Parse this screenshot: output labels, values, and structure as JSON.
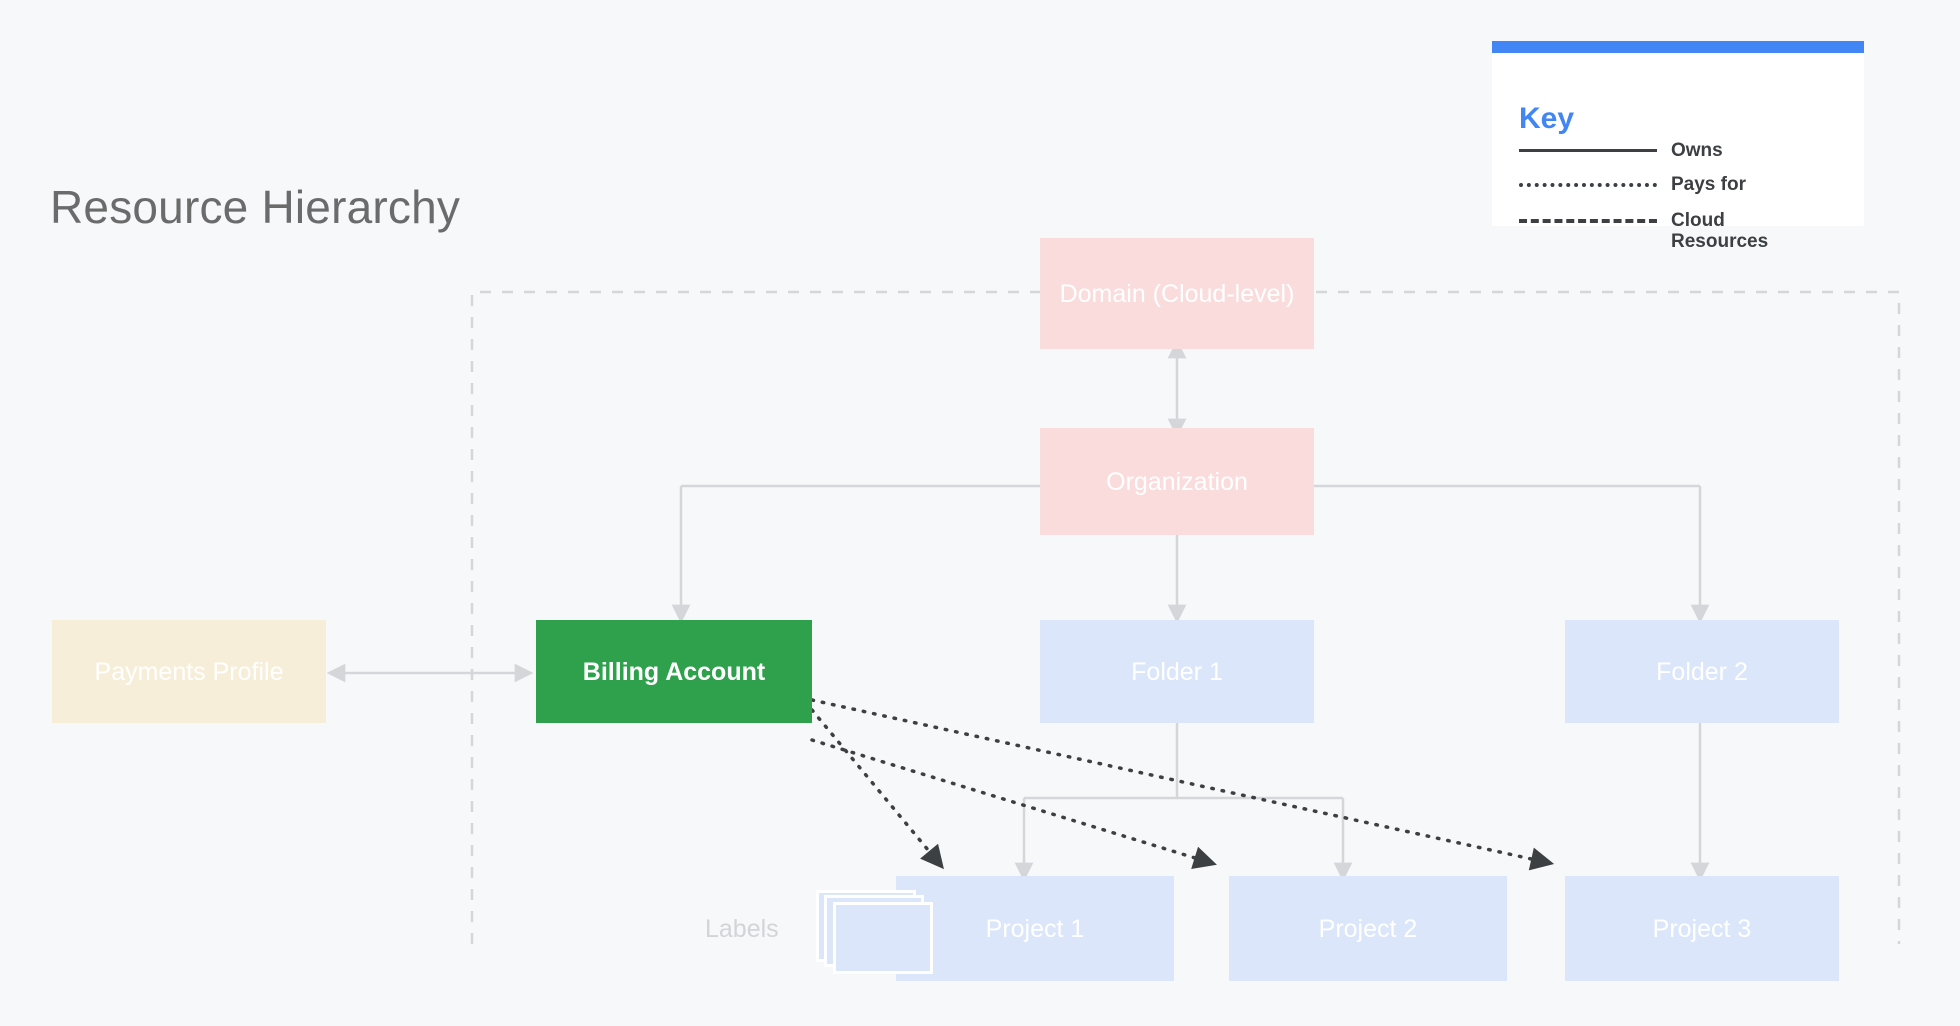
{
  "page": {
    "title": "Resource Hierarchy",
    "background_color": "#f7f8fa"
  },
  "key": {
    "title": "Key",
    "accent_color": "#4285f4",
    "items": [
      {
        "style": "solid",
        "label": "Owns"
      },
      {
        "style": "dotted",
        "label": "Pays for"
      },
      {
        "style": "dashed",
        "label": "Cloud\nResources"
      }
    ]
  },
  "nodes": {
    "domain": {
      "label": "Domain (Cloud-level)",
      "color": "#fadcdc"
    },
    "organization": {
      "label": "Organization",
      "color": "#fadcdc"
    },
    "payments_profile": {
      "label": "Payments Profile",
      "color": "#f7eed9"
    },
    "billing_account": {
      "label": "Billing Account",
      "color": "#2fa14d"
    },
    "folder_1": {
      "label": "Folder 1",
      "color": "#dbe6fa"
    },
    "folder_2": {
      "label": "Folder 2",
      "color": "#dbe6fa"
    },
    "project_1": {
      "label": "Project 1",
      "color": "#dbe6fa"
    },
    "project_2": {
      "label": "Project 2",
      "color": "#dbe6fa"
    },
    "project_3": {
      "label": "Project 3",
      "color": "#dbe6fa"
    }
  },
  "annotations": {
    "labels_caption": "Labels"
  },
  "relationships": [
    {
      "from": "domain",
      "to": "organization",
      "type": "owns",
      "bidirectional": true
    },
    {
      "from": "organization",
      "to": "billing_account",
      "type": "owns"
    },
    {
      "from": "organization",
      "to": "folder_1",
      "type": "owns"
    },
    {
      "from": "organization",
      "to": "folder_2",
      "type": "owns"
    },
    {
      "from": "payments_profile",
      "to": "billing_account",
      "type": "owns",
      "bidirectional": true
    },
    {
      "from": "folder_1",
      "to": "project_1",
      "type": "owns"
    },
    {
      "from": "folder_1",
      "to": "project_2",
      "type": "owns"
    },
    {
      "from": "folder_2",
      "to": "project_3",
      "type": "owns"
    },
    {
      "from": "billing_account",
      "to": "project_1",
      "type": "pays-for"
    },
    {
      "from": "billing_account",
      "to": "project_2",
      "type": "pays-for"
    },
    {
      "from": "billing_account",
      "to": "project_3",
      "type": "pays-for"
    }
  ],
  "cloud_boundary": {
    "type": "dashed-region",
    "label": "Cloud Resources"
  }
}
